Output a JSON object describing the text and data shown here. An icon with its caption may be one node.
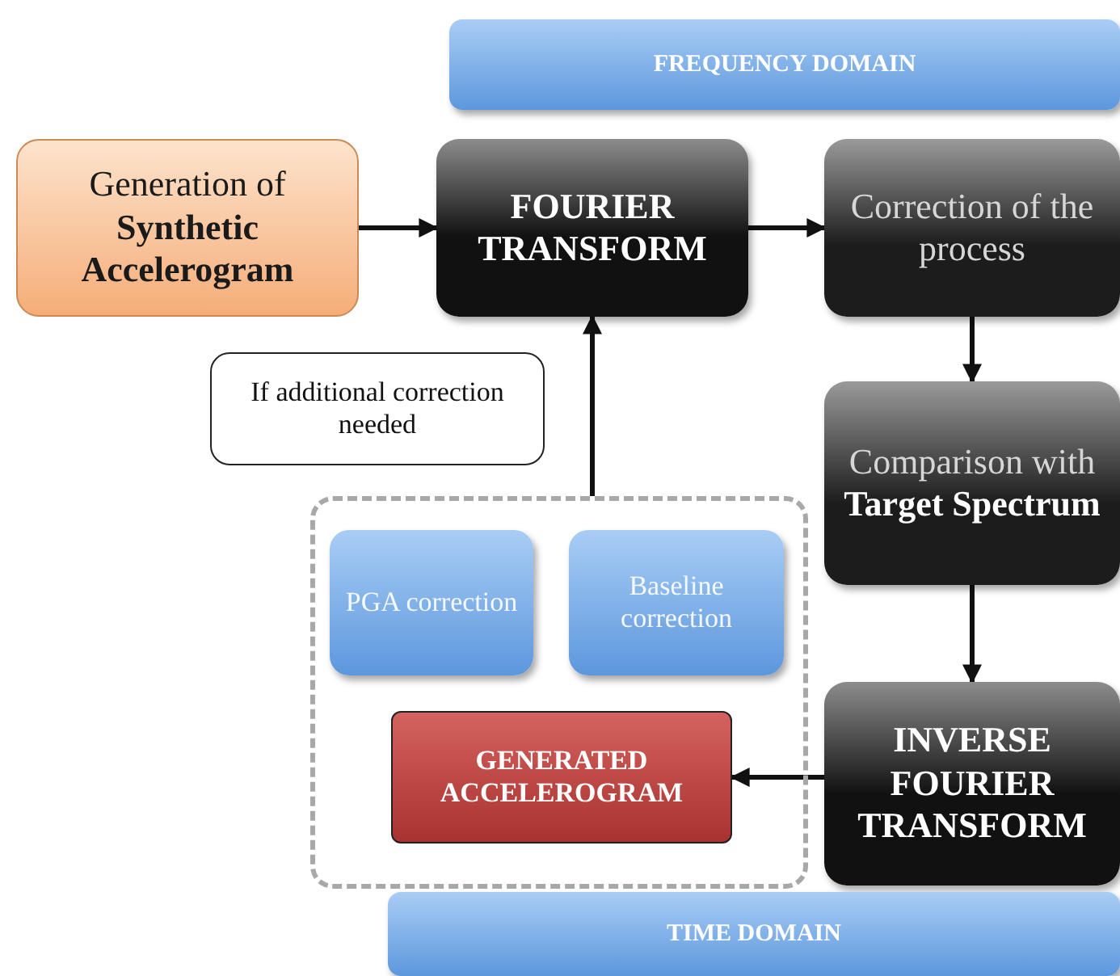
{
  "diagram": {
    "nodes": [
      {
        "text": [
          "FREQUENCY DOMAIN"
        ]
      },
      {
        "text": [
          "Generation of **Synthetic Accelerogram**"
        ]
      },
      {
        "text": [
          "FOURIER TRANSFORM"
        ]
      },
      {
        "text": [
          "Correction of the process"
        ]
      },
      {
        "text": [
          "If additional correction needed"
        ]
      },
      {
        "text": [],
        "shape": "box"
      },
      {
        "text": [
          "PGA correction"
        ],
        "in": 5
      },
      {
        "text": [
          "Baseline correction"
        ],
        "in": 5
      },
      {
        "text": [
          "Comparison with **Target Spectrum**"
        ]
      },
      {
        "text": [
          "INVERSE FOURIER TRANSFORM"
        ]
      },
      {
        "text": [
          "GENERATED ACCELEROGRAM"
        ],
        "in": 5
      },
      {
        "text": [
          "TIME DOMAIN"
        ]
      }
    ],
    "edges": [
      {
        "from": 1,
        "to": 2,
        "arrow": "to"
      },
      {
        "from": 2,
        "to": 3,
        "arrow": "to"
      },
      {
        "from": 3,
        "to": 8,
        "arrow": "to"
      },
      {
        "from": 8,
        "to": 9,
        "arrow": "to"
      },
      {
        "from": 9,
        "to": 10,
        "arrow": "to"
      },
      {
        "from": 5,
        "to": 2,
        "arrow": "to"
      }
    ]
  }
}
